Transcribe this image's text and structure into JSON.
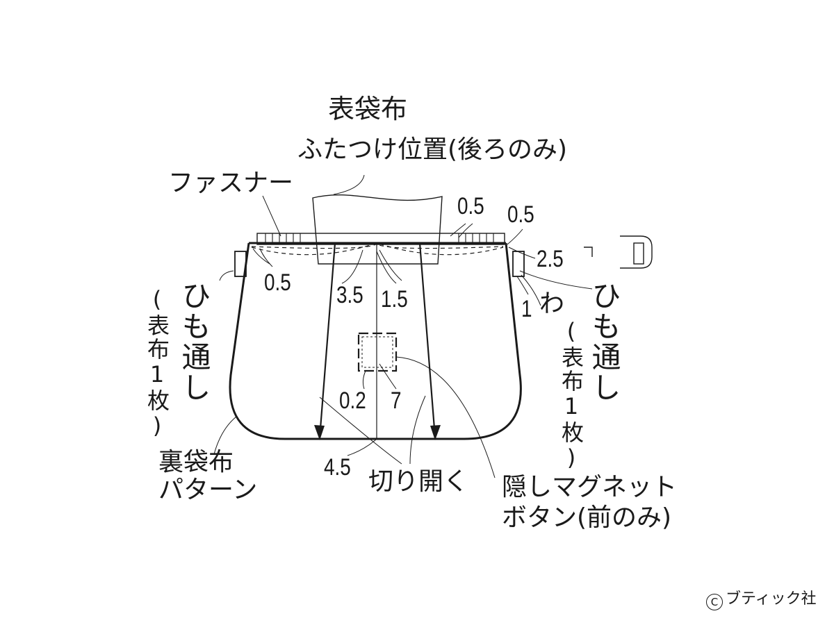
{
  "labels": {
    "outer_fabric": "表袋布",
    "flap_position": "ふたつけ位置(後ろのみ)",
    "zipper": "ファスナー",
    "lining_pattern_l1": "裏袋布",
    "lining_pattern_l2": "パターン",
    "cut_open": "切り開く",
    "magnet_l1": "隠しマグネット",
    "magnet_l2": "ボタン(前のみ)",
    "loop_left": "ひも通し",
    "loop_left_sub": "(表布1枚)",
    "loop_right": "ひも通し",
    "loop_right_sub": "(表布1枚)",
    "fold": "わ"
  },
  "dimensions": {
    "top_right_1": "0.5",
    "top_right_2": "0.5",
    "left_edge": "0.5",
    "right_edge": "2.5",
    "center_left": "3.5",
    "center_right": "1.5",
    "right_small": "1",
    "magnet_left": "0.2",
    "magnet_right": "7",
    "bottom_center": "4.5"
  },
  "copyright": {
    "symbol": "C",
    "text": "ブティック社"
  }
}
